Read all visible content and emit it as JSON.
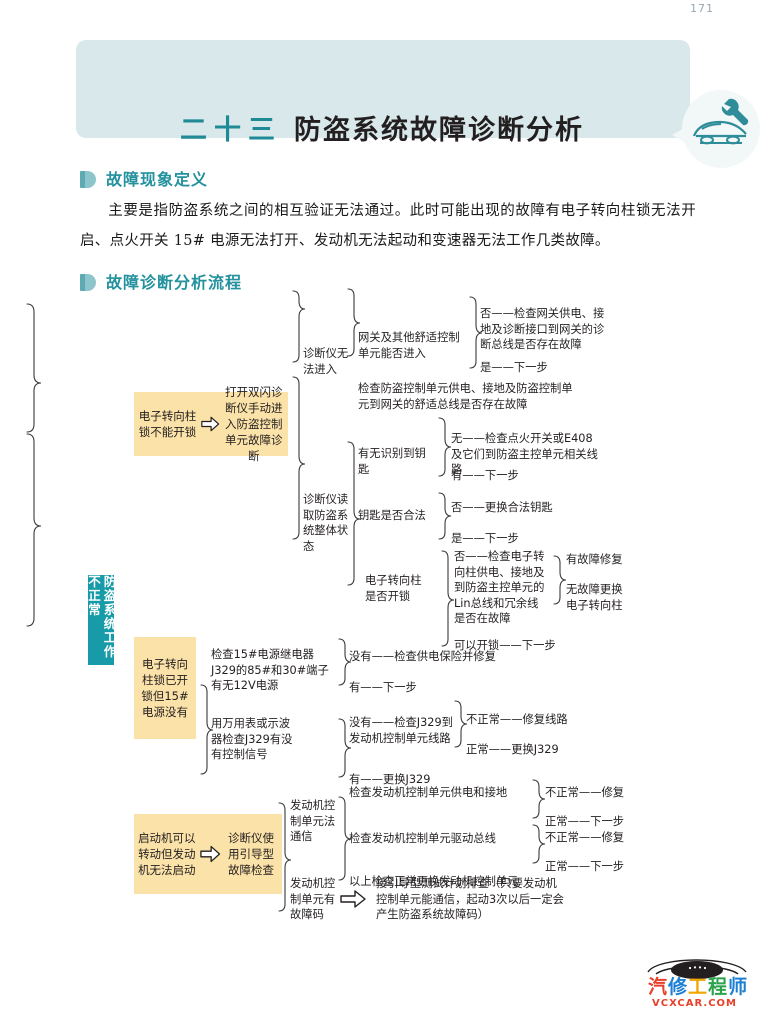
{
  "page": {
    "number": "171"
  },
  "banner": {
    "number": "二十三",
    "title": "防盗系统故障诊断分析",
    "badge_icon": "car-wrench-icon"
  },
  "sections": [
    {
      "id": "definition",
      "title": "故障现象定义"
    },
    {
      "id": "flow",
      "title": "故障诊断分析流程"
    }
  ],
  "paragraph": "主要是指防盗系统之间的相互验证无法通过。此时可能出现的故障有电子转向柱锁无法开启、点火开关 15# 电源无法打开、发动机无法起动和变速器无法工作几类故障。",
  "diagram": {
    "root": "防盗系统工作不正常",
    "branch1": {
      "symptom": "电子转向柱锁不能开锁",
      "action": "打开双闪诊断仪手动进入防盗控制单元故障诊断",
      "step1": {
        "label": "诊断仪无法进入",
        "items": [
          {
            "label": "网关及其他舒适控制单元能否进入",
            "results": [
              "否——检查网关供电、接地及诊断接口到网关的诊断总线是否存在故障",
              "是——下一步"
            ]
          },
          {
            "label": "检查防盗控制单元供电、接地及防盗控制单元到网关的舒适总线是否存在故障",
            "results": []
          }
        ]
      },
      "step2": {
        "label": "诊断仪读取防盗系统整体状态",
        "items": [
          {
            "label": "有无识别到钥匙",
            "results": [
              "无——检查点火开关或E408及它们到防盗主控单元相关线路",
              "有——下一步"
            ]
          },
          {
            "label": "钥匙是否合法",
            "results": [
              "否——更换合法钥匙",
              "是——下一步"
            ]
          },
          {
            "label": "电子转向柱是否开锁",
            "results": [
              "否——检查电子转向柱供电、接地及到防盗主控单元的Lin总线和冗余线是否在故障",
              "可以开锁——下一步"
            ],
            "subresults": [
              "有故障修复",
              "无故障更换电子转向柱"
            ]
          }
        ]
      }
    },
    "branch2": {
      "symptom": "电子转向柱锁已开锁但15#电源没有",
      "items": [
        {
          "label": "检查15#电源继电器J329的85#和30#端子有无12V电源",
          "results": [
            "没有——检查供电保险并修复",
            "有——下一步"
          ]
        },
        {
          "label": "用万用表或示波器检查J329有没有控制信号",
          "results": [
            "没有——检查J329到发动机控制单元线路",
            "有——更换J329"
          ],
          "subresults": [
            "不正常——修复线路",
            "正常——更换J329"
          ]
        }
      ]
    },
    "branch3": {
      "symptom": "启动机可以转动但发动机无法启动",
      "action": "诊断仪使用引导型故障检查",
      "items": [
        {
          "label": "发动机控制单元法通信",
          "results": [
            "检查发动机控制单元供电和接地",
            "检查发动机控制单元驱动总线",
            "以上检查正常更换发动机控制单元"
          ],
          "sub1": [
            "不正常——修复",
            "正常——下一步"
          ],
          "sub2": [
            "不正常——修复",
            "正常——下一步"
          ]
        },
        {
          "label": "发动机控制单元有故障码",
          "action_text": "接引导型测试计划排查（只要发动机控制单元能通信，起动3次以后一定会产生防盗系统故障码）"
        }
      ]
    }
  },
  "footer": {
    "logo_chars": [
      "汽",
      "修",
      "工",
      "程",
      "师"
    ],
    "logo_url": "VCXCAR.COM",
    "logo_icon": "car-logo-icon"
  },
  "colors": {
    "banner_bg": "#d9e8ea",
    "accent_teal": "#23919e",
    "root_box": "#179ba8",
    "yellow_box": "#fbe2a8"
  }
}
